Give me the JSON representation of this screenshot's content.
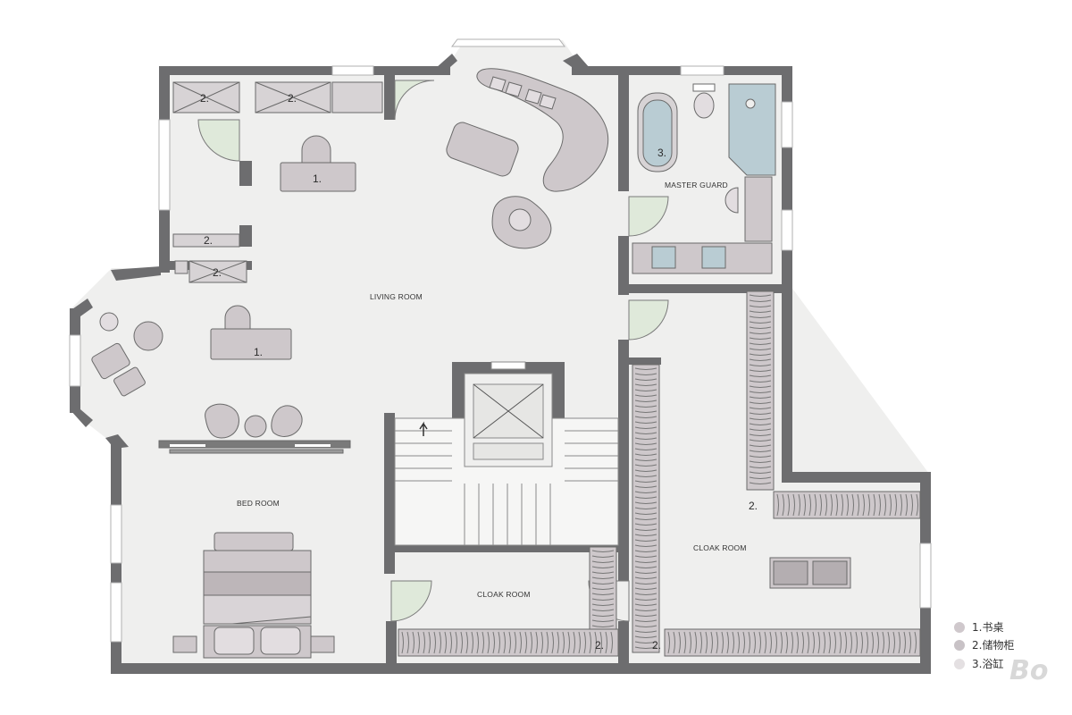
{
  "rooms": {
    "living_room": "LIVING ROOM",
    "bed_room": "BED ROOM",
    "master_guard": "MASTER GUARD",
    "cloak_room_small": "CLOAK ROOM",
    "cloak_room_large": "CLOAK ROOM"
  },
  "markers": {
    "desk": "1.",
    "storage": "2.",
    "bathtub": "3."
  },
  "legend": [
    {
      "label": "1.书桌",
      "color": "#cfc8cc"
    },
    {
      "label": "2.储物柜",
      "color": "#c8c2c6"
    },
    {
      "label": "3.浴缸",
      "color": "#e4e0e2"
    }
  ],
  "watermark": "Bo",
  "colors": {
    "wall": "#6d6d6f",
    "floor": "#efefee",
    "furniture": "#cec8cb",
    "furniture_stroke": "#6a6a6a",
    "glass": "#b9ccd3",
    "door_arc": "#d9e6d3"
  }
}
